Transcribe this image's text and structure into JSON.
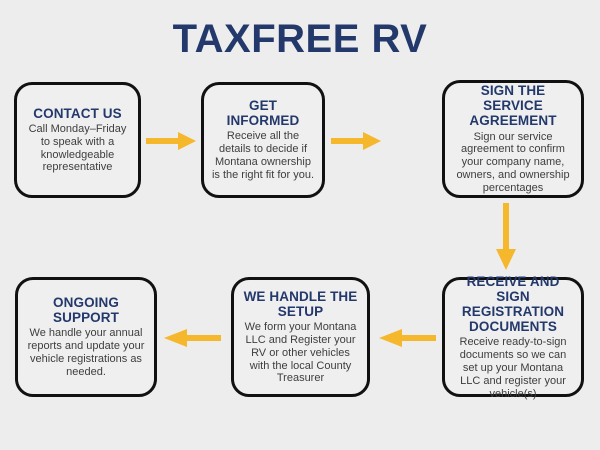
{
  "title": "TAXFREE RV",
  "colors": {
    "background": "#ededed",
    "heading_navy": "#23386b",
    "body_text": "#3e3e3e",
    "box_border": "#111111",
    "box_fill": "#efefef",
    "arrow_gold": "#f5b72b"
  },
  "steps": [
    {
      "id": "contact-us",
      "heading": "CONTACT US",
      "body": "Call Monday–Friday to speak with a knowledgeable representative"
    },
    {
      "id": "get-informed",
      "heading": "GET INFORMED",
      "body": "Receive all the details to decide if Montana ownership is the right fit for you."
    },
    {
      "id": "sign-the-service-agreement",
      "heading": "SIGN THE SERVICE AGREEMENT",
      "body": "Sign our service agreement to confirm your company name, owners, and ownership percentages"
    },
    {
      "id": "receive-and-sign-registration-documents",
      "heading": "RECEIVE AND SIGN REGISTRATION DOCUMENTS",
      "body": "Receive ready-to-sign documents so we can set up your Montana LLC and register your vehicle(s)"
    },
    {
      "id": "we-handle-the-setup",
      "heading": "WE HANDLE THE SETUP",
      "body": "We form your Montana LLC and Register your RV or other vehicles with the local County Treasurer"
    },
    {
      "id": "ongoing-support",
      "heading": "ONGOING SUPPORT",
      "body": "We handle your annual reports and update your vehicle registrations as needed."
    }
  ],
  "arrows": [
    {
      "id": "arrow-contact-to-informed",
      "direction": "right"
    },
    {
      "id": "arrow-informed-to-sign",
      "direction": "right"
    },
    {
      "id": "arrow-sign-to-receive",
      "direction": "down"
    },
    {
      "id": "arrow-receive-to-setup",
      "direction": "left"
    },
    {
      "id": "arrow-setup-to-support",
      "direction": "left"
    }
  ]
}
